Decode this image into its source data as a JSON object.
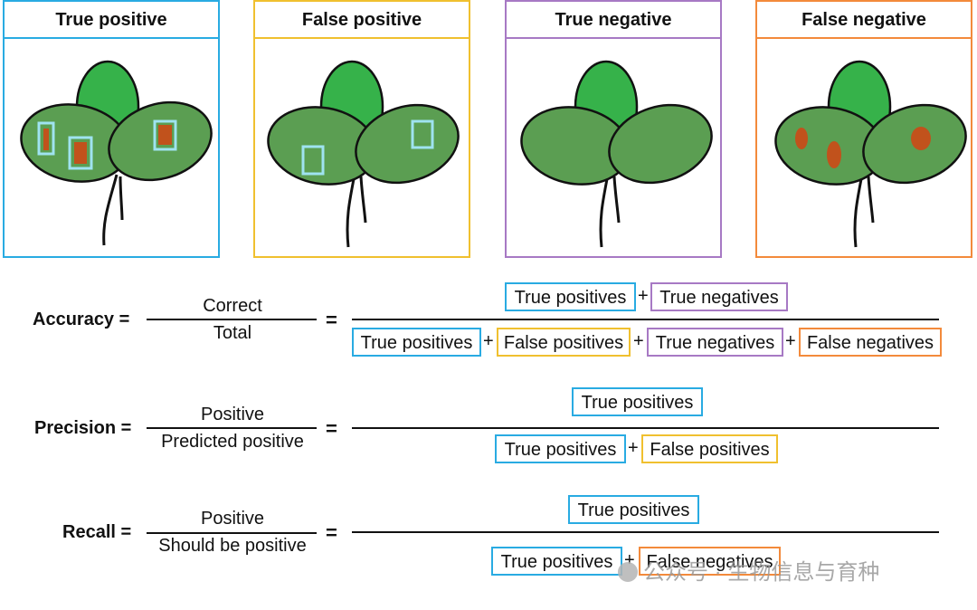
{
  "colors": {
    "true_positive": "#29abe2",
    "false_positive": "#f0c02f",
    "true_negative": "#a779c4",
    "false_negative": "#f38a3b",
    "leaf_dark": "#5b9e52",
    "leaf_top": "#36b24a",
    "lesion": "#c1521c"
  },
  "panels": [
    {
      "title": "True positive"
    },
    {
      "title": "False positive"
    },
    {
      "title": "True negative"
    },
    {
      "title": "False negative"
    }
  ],
  "accuracy": {
    "label": "Accuracy =",
    "numerator": "Correct",
    "denominator": "Total",
    "equals": "=",
    "top_terms": [
      "True positives",
      "True negatives"
    ],
    "bottom_terms": [
      "True positives",
      "False positives",
      "True negatives",
      "False negatives"
    ],
    "plus": "+"
  },
  "precision": {
    "label": "Precision =",
    "numerator": "Positive",
    "denominator": "Predicted positive",
    "equals": "=",
    "top_terms": [
      "True positives"
    ],
    "bottom_terms": [
      "True positives",
      "False positives"
    ],
    "plus": "+"
  },
  "recall": {
    "label": "Recall =",
    "numerator": "Positive",
    "denominator": "Should be positive",
    "equals": "=",
    "top_terms": [
      "True positives"
    ],
    "bottom_terms": [
      "True positives",
      "False negatives"
    ],
    "plus": "+"
  },
  "watermark": {
    "text": "公众号 · 生物信息与育种"
  }
}
